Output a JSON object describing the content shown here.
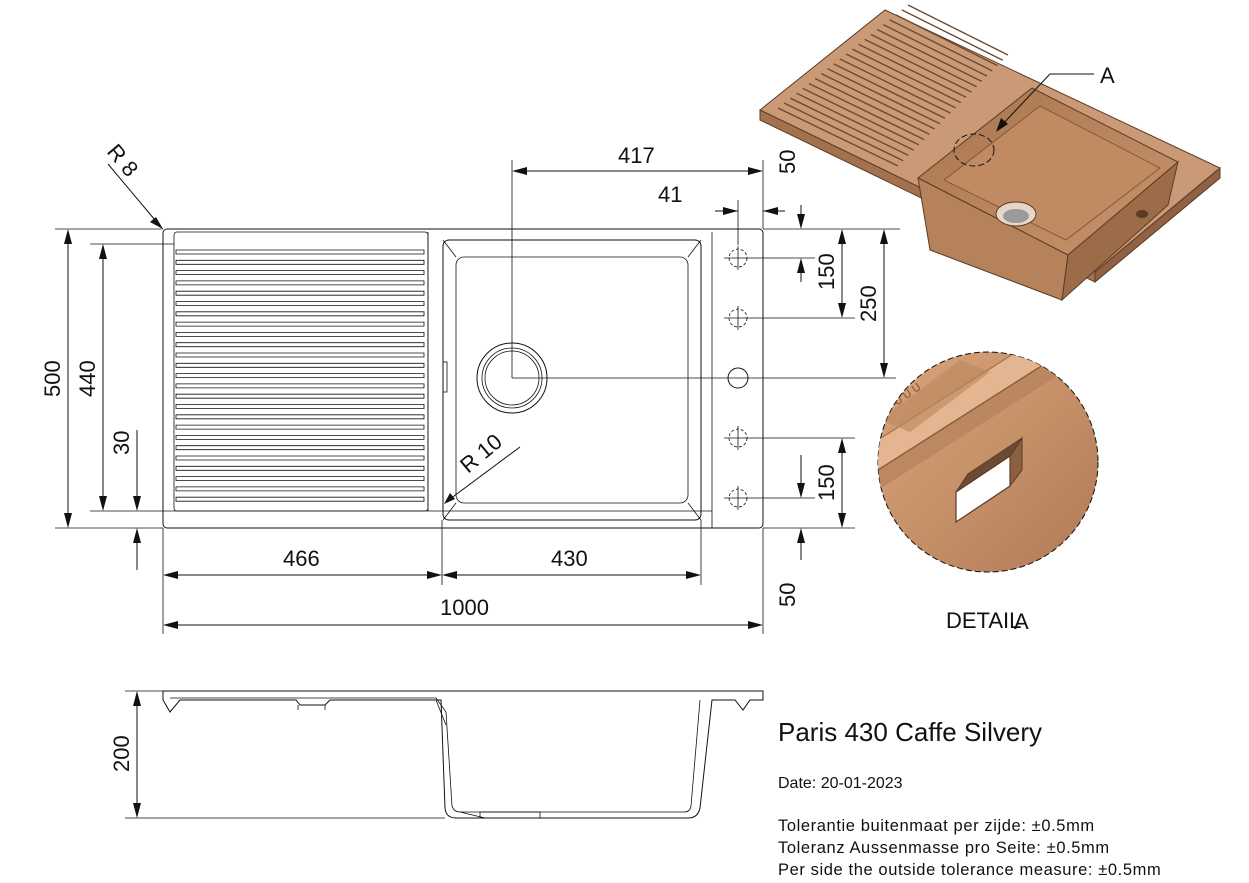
{
  "product": {
    "title": "Paris 430 Caffe Silvery",
    "date": "Date: 20-01-2023",
    "tolerances": [
      "Tolerantie buitenmaat per zijde: ±0.5mm",
      "Toleranz Aussenmasse pro Seite: ±0.5mm",
      "Per side the outside tolerance measure: ±0.5mm"
    ]
  },
  "dimensions": {
    "overall_width": "1000",
    "drainer_width": "466",
    "bowl_width": "430",
    "drain_offset": "417",
    "tap_hole_inset": "41",
    "overall_depth": "500",
    "inner_depth": "440",
    "bottom_margin": "30",
    "corner_radius_outer": "R 8",
    "corner_radius_inner": "R 10",
    "tap_spacing_top": "150",
    "tap_center_height": "250",
    "tap_spacing_bottom": "150",
    "top_offset": "50",
    "bottom_offset": "50",
    "bowl_height": "200"
  },
  "detail": {
    "callout": "A",
    "label": "DETAIL",
    "label_letter": "A"
  },
  "colors": {
    "sink_material": "#c69069",
    "sink_shadow": "#8a5f42",
    "sink_highlight": "#e0b08a"
  }
}
